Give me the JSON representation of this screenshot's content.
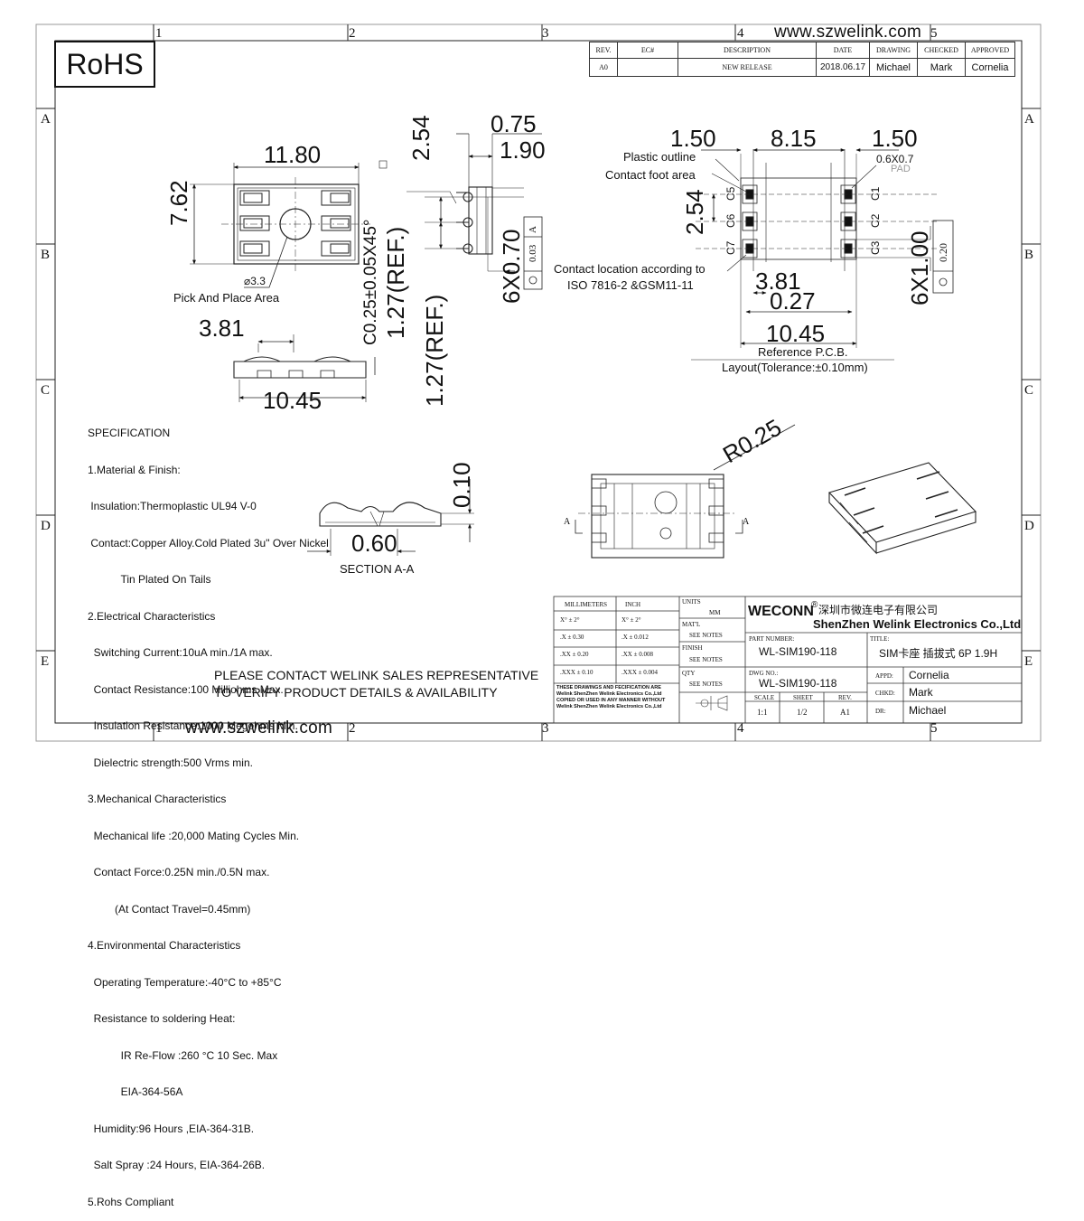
{
  "header": {
    "rohs": "RoHS",
    "website": "www.szwelink.com"
  },
  "frame": {
    "columns": [
      "1",
      "2",
      "3",
      "4",
      "5"
    ],
    "rows": [
      "A",
      "B",
      "C",
      "D",
      "E"
    ]
  },
  "revision_table": {
    "headers": [
      "REV.",
      "EC#",
      "DESCRIPTION",
      "DATE",
      "DRAWING",
      "CHECKED",
      "APPROVED"
    ],
    "row": [
      "A0",
      "",
      "NEW RELEASE",
      "2018.06.17",
      "Michael",
      "Mark",
      "Cornelia"
    ]
  },
  "top_view": {
    "width_dim": "11.80",
    "height_dim": "7.62",
    "hole_dim": "⌀3.3",
    "hole_label": "Pick And Place Area"
  },
  "side_view": {
    "dim_075": "0.75",
    "dim_254": "2.54",
    "dim_190": "1.90",
    "chamfer": "C0.25±0.05X45°",
    "ref1": "1.27(REF.)",
    "ref2": "1.27(REF.)",
    "pins": "6X0.70",
    "tol": "0.03",
    "datum": "A"
  },
  "pcb_layout": {
    "dim_left": "1.50",
    "dim_mid": "8.15",
    "dim_right": "1.50",
    "pitch": "2.54",
    "plastic_outline": "Plastic outline",
    "contact_foot": "Contact foot area",
    "pad_size": "0.6X0.7",
    "pad": "PAD",
    "contacts_left": [
      "C5",
      "C6",
      "C7"
    ],
    "contacts_right": [
      "C1",
      "C2",
      "C3"
    ],
    "contact_location": "Contact location according to",
    "standard": "ISO 7816-2 &GSM11-11",
    "dim_381": "3.81",
    "dim_027": "0.27",
    "dim_1045": "10.45",
    "pads": "6X1.00",
    "tol": "0.20",
    "ref_pcb": "Reference P.C.B.",
    "tolerance": "Layout(Tolerance:±0.10mm)"
  },
  "front_view": {
    "dim_381": "3.81",
    "dim_1045": "10.45"
  },
  "section": {
    "dim_010": "0.10",
    "dim_060": "0.60",
    "label": "SECTION A-A"
  },
  "bottom_view": {
    "radius": "R0.25",
    "section_mark": "A"
  },
  "specification": [
    "SPECIFICATION",
    "1.Material & Finish:",
    " Insulation:Thermoplastic UL94 V-0",
    " Contact:Copper Alloy.Cold Plated 3u\" Over Nickel",
    "           Tin Plated On Tails",
    "2.Electrical Characteristics",
    "  Switching Current:10uA min./1A max.",
    "  Contact Resistance:100 Milliohms Max.",
    "  Insulation Resistance:1000 Megohms Min.",
    "  Dielectric strength:500 Vrms min.",
    "3.Mechanical Characteristics",
    "  Mechanical life :20,000 Mating Cycles Min.",
    "  Contact Force:0.25N min./0.5N max.",
    "         (At Contact Travel=0.45mm)",
    "4.Environmental Characteristics",
    "  Operating Temperature:-40°C to +85°C",
    "  Resistance to soldering Heat:",
    "           IR Re-Flow :260 °C 10 Sec. Max",
    "           EIA-364-56A",
    "  Humidity:96 Hours ,EIA-364-31B.",
    "  Salt Spray :24 Hours, EIA-364-26B.",
    "5.Rohs Compliant"
  ],
  "contact_note": [
    "PLEASE CONTACT WELINK SALES REPRESENTATIVE",
    "TO VERIFY PRODUCT DETAILS & AVAILABILITY"
  ],
  "title_block": {
    "tol_header_mm": "MILLIMETERS",
    "tol_header_inch": "INCH",
    "tol_rows": [
      [
        "X°  ± 2°",
        "X°  ± 2°"
      ],
      [
        ".X  ± 0.30",
        ".X  ± 0.012"
      ],
      [
        ".XX  ± 0.20",
        ".XX  ± 0.008"
      ],
      [
        ".XXX ± 0.10",
        ".XXX ± 0.004"
      ]
    ],
    "units_label": "UNITS",
    "units_val": "MM",
    "matl_label": "MAT'L",
    "matl_val": "SEE NOTES",
    "finish_label": "FINISH",
    "finish_val": "SEE NOTES",
    "qty_label": "QTY",
    "qty_val": "SEE NOTES",
    "disclaimer": "THESE DRAWINGS AND FECIFICATION ARE Welink ShenZhen Welink Electronics Co.,Ltd COPIED OR USED IN ANY MANNER WITHOUT Welink ShenZhen Welink Electronics Co.,Ltd",
    "brand": "WECONN",
    "reg": "®",
    "company_cn": "深圳市微连电子有限公司",
    "company_en": "ShenZhen Welink Electronics Co.,Ltd",
    "part_label": "PART NUMBER:",
    "part": "WL-SIM190-118",
    "title_label": "TITLE:",
    "title": "SIM卡座 插拔式 6P 1.9H",
    "dwg_label": "DWG NO.:",
    "dwg": "WL-SIM190-118",
    "scale_label": "SCALE",
    "scale": "1:1",
    "sheet_label": "SHEET",
    "sheet": "1/2",
    "rev_label": "REV.",
    "rev": "A1",
    "appd_label": "APPD:",
    "appd": "Cornelia",
    "chkd_label": "CHKD:",
    "chkd": "Mark",
    "dr_label": "DR:",
    "dr": "Michael"
  }
}
